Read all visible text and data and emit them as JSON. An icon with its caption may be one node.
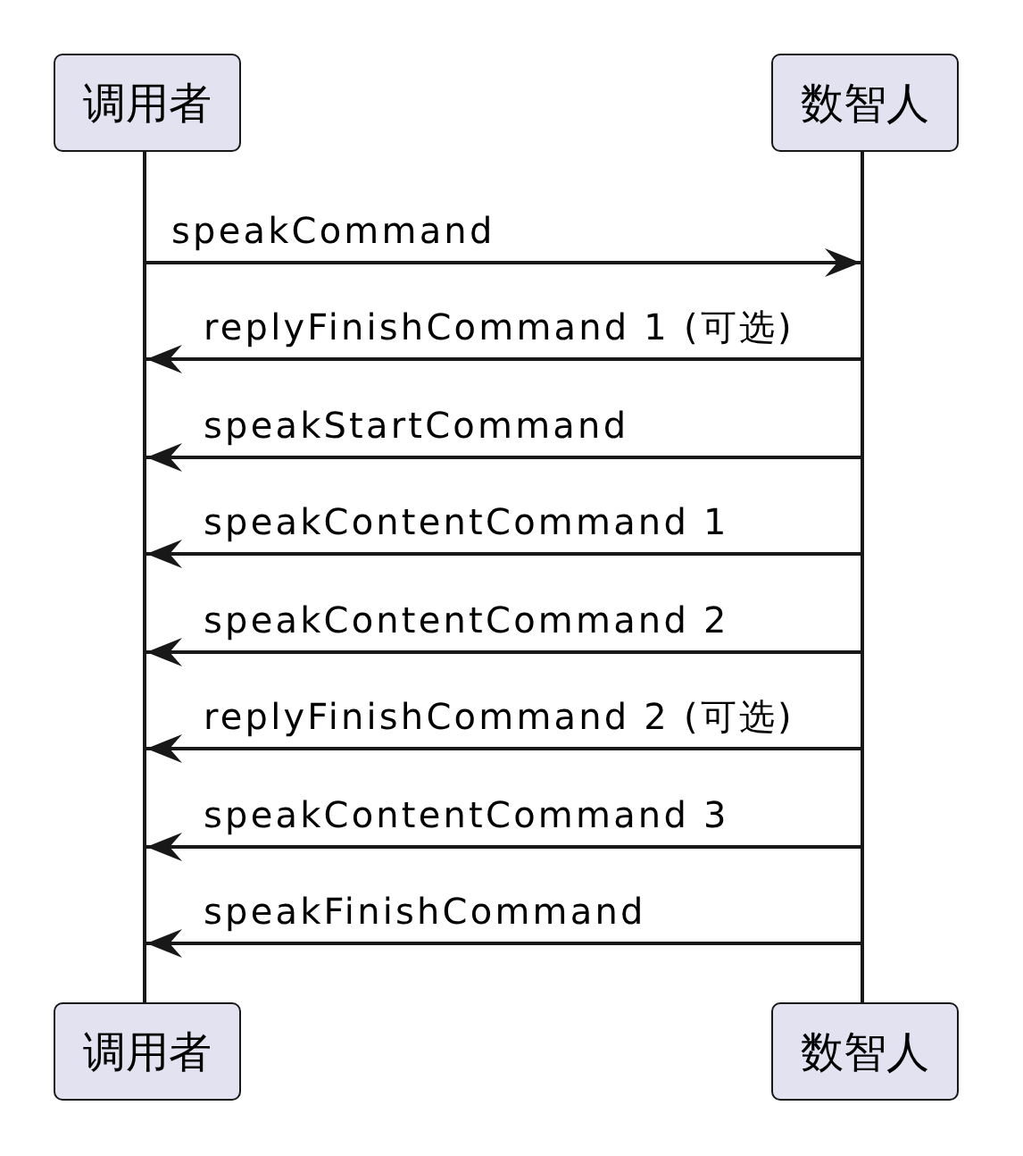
{
  "diagram": {
    "nodes": [
      {
        "text": [
          "调用者"
        ]
      },
      {
        "text": [
          "数智人"
        ]
      },
      {
        "text": [],
        "shape": "line"
      },
      {
        "text": [],
        "shape": "line"
      },
      {
        "text": [
          "调用者"
        ]
      },
      {
        "text": [
          "数智人"
        ]
      }
    ],
    "edges": [
      {
        "from": 2,
        "to": 3,
        "arrow": "to",
        "label": "speakCommand"
      },
      {
        "from": 3,
        "to": 2,
        "arrow": "to",
        "label": "replyFinishCommand 1 (可选)"
      },
      {
        "from": 3,
        "to": 2,
        "arrow": "to",
        "label": "speakStartCommand"
      },
      {
        "from": 3,
        "to": 2,
        "arrow": "to",
        "label": "speakContentCommand 1"
      },
      {
        "from": 3,
        "to": 2,
        "arrow": "to",
        "label": "speakContentCommand 2"
      },
      {
        "from": 3,
        "to": 2,
        "arrow": "to",
        "label": "replyFinishCommand 2 (可选)"
      },
      {
        "from": 3,
        "to": 2,
        "arrow": "to",
        "label": "speakContentCommand 3"
      },
      {
        "from": 3,
        "to": 2,
        "arrow": "to",
        "label": "speakFinishCommand"
      }
    ]
  }
}
